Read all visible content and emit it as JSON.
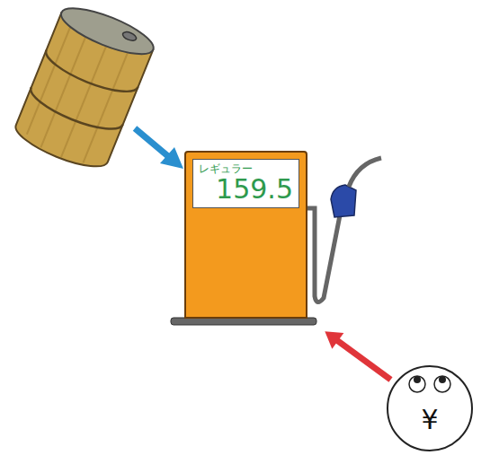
{
  "diagram": {
    "nodes": [
      {
        "text": [
          "レギュラー",
          "159.5"
        ]
      },
      {
        "text": [
          "¥"
        ]
      }
    ],
    "edges": [
      {
        "from": 1,
        "to": 0,
        "arrow": "to"
      }
    ]
  }
}
